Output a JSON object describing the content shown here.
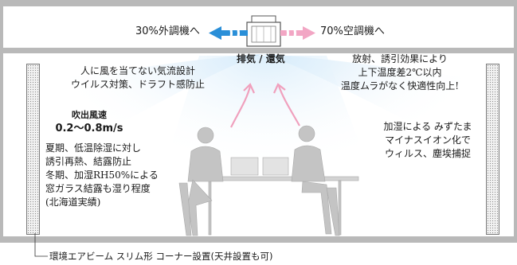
{
  "duct": {
    "left_label": "30%外調機へ",
    "right_label": "70%空調機へ",
    "exhaust_label": "排気 / 還気"
  },
  "left_top_text": [
    "人に風を当てない気流設計",
    "ウイルス対策、ドラフト感防止"
  ],
  "right_top_text": [
    "放射、誘引効果により",
    "上下温度差2℃以内",
    "温度ムラがなく快適性向上!"
  ],
  "speed": {
    "title": "吹出風速",
    "value": "0.2〜0.8m/s"
  },
  "left_lower_text": [
    "夏期、低温除湿に対し",
    "誘引再熱、結露防止",
    "冬期、加湿RH50%による",
    "窓ガラス結露も湿り程度",
    "(北海道実績)"
  ],
  "right_mid_text": [
    "加湿による みずたま",
    "マイナスイオン化で",
    "ウィルス、塵埃捕捉"
  ],
  "caption": "環境エアビーム スリム形 コーナー設置(天井設置も可)",
  "colors": {
    "blue_arrow": "#2a8fd8",
    "pink_arrow": "#f2a6c4",
    "airflow": "#d6ecfb",
    "frame": "#b9b9b9"
  },
  "icons": [
    "duct-unit-icon",
    "exhaust-arrow-icon",
    "office-people-icon",
    "diffuser-panel-icon"
  ]
}
